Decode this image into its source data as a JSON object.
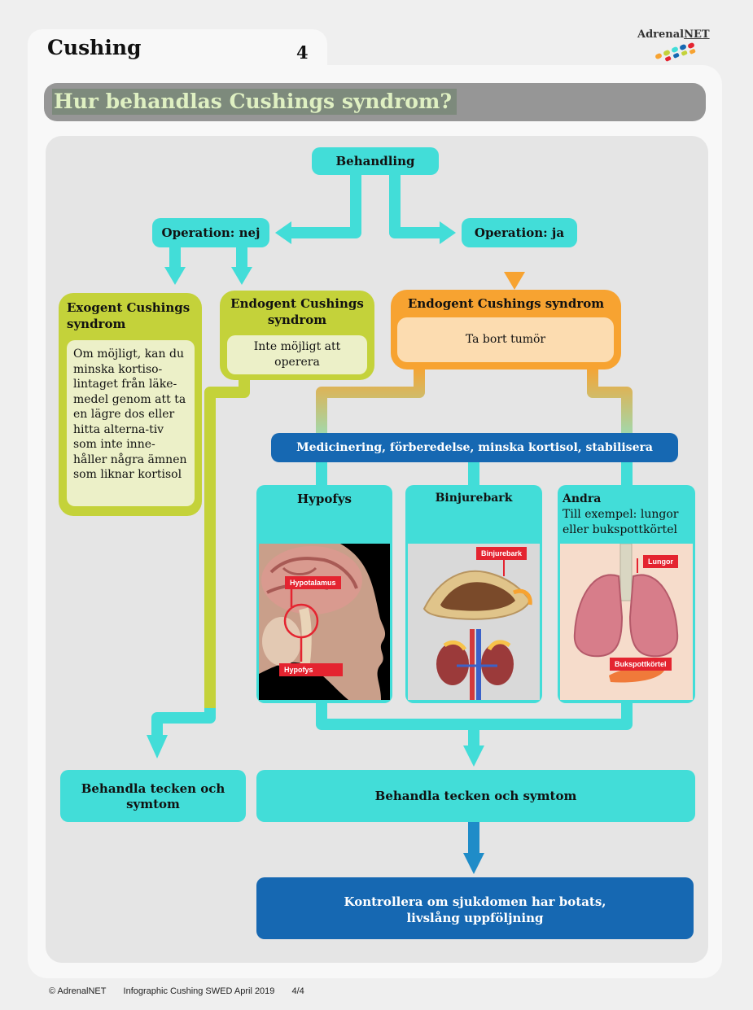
{
  "header": {
    "doc_title": "Cushing",
    "page_number": "4",
    "logo": {
      "text_a": "Adrenal",
      "text_b": "NET"
    }
  },
  "heading": "Hur behandlas Cushings syndrom?",
  "flow": {
    "root": "Behandling",
    "op_no": "Operation: nej",
    "op_yes": "Operation: ja",
    "exogenous": {
      "title": "Exogent Cushings syndrom",
      "text": "Om möjligt, kan du minska kortiso-lintaget från läke-medel genom att ta en lägre dos eller hitta alterna-tiv som inte inne-håller några ämnen som liknar kortisol"
    },
    "endo_no": {
      "title": "Endogent Cushings syndrom",
      "text": "Inte möjligt att operera"
    },
    "endo_yes": {
      "title": "Endogent Cushings syndrom",
      "text": "Ta bort tumör"
    },
    "medication": "Medicinering, förberedelse, minska kortisol, stabilisera",
    "hypofys": {
      "title": "Hypofys",
      "tag_top": "Hypotalamus",
      "tag_bottom": "Hypofys"
    },
    "binjurebark": {
      "title": "Binjurebark",
      "tag": "Binjurebark"
    },
    "andra": {
      "title": "Andra",
      "subtitle": "Till exempel: lungor eller bukspottkörtel",
      "tag_top": "Lungor",
      "tag_bottom": "Bukspottkörtel"
    },
    "treat_left": "Behandla tecken och symtom",
    "treat_right": "Behandla tecken och symtom",
    "final": "Kontrollera om sjukdomen har botats, livslång uppföljning"
  },
  "footer": {
    "copyright": "© AdrenalNET",
    "info": "Infographic Cushing SWED April 2019",
    "page": "4/4"
  },
  "colors": {
    "cyan": "#42ddd8",
    "lime": "#c4d23a",
    "orange": "#f7a331",
    "blue": "#1668b2",
    "red": "#e42430"
  }
}
